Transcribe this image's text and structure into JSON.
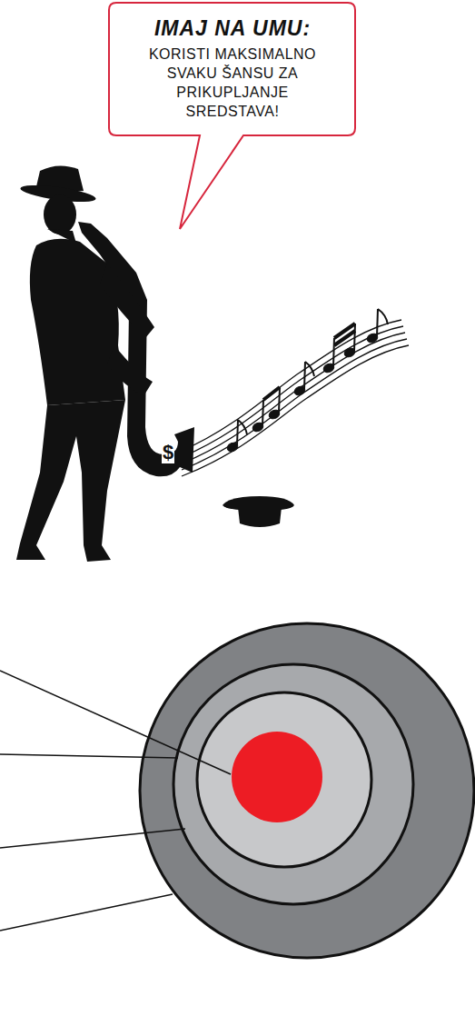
{
  "diagram": {
    "nodes": [
      {
        "text": [
          "IMAJ NA UMU:",
          "KORISTI MAKSIMALNO SVAKU ŠANSU ZA PRIKUPLJANJE SREDSTAVA!"
        ]
      }
    ],
    "labels": [
      "$"
    ]
  }
}
